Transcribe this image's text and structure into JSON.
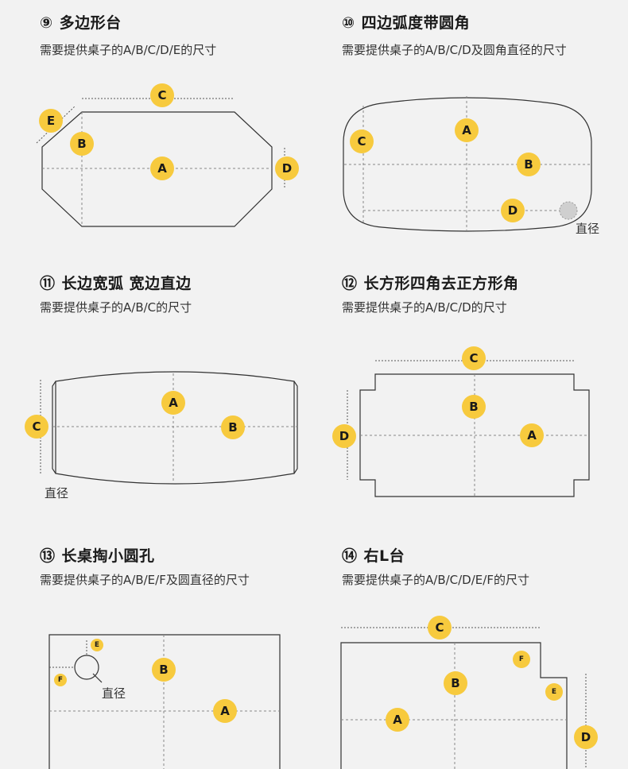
{
  "sections": [
    {
      "num": "⑨",
      "title": "多边形台",
      "desc": "需要提供桌子的A/B/C/D/E的尺寸"
    },
    {
      "num": "⑩",
      "title": "四边弧度带圆角",
      "desc": "需要提供桌子的A/B/C/D及圆角直径的尺寸",
      "note": "直径"
    },
    {
      "num": "⑪",
      "title": "长边宽弧 宽边直边",
      "desc": "需要提供桌子的A/B/C的尺寸",
      "note": "直径"
    },
    {
      "num": "⑫",
      "title": "长方形四角去正方形角",
      "desc": "需要提供桌子的A/B/C/D的尺寸"
    },
    {
      "num": "⑬",
      "title": "长桌掏小圆孔",
      "desc": "需要提供桌子的A/B/E/F及圆直径的尺寸",
      "note": "直径"
    },
    {
      "num": "⑭",
      "title": "右L台",
      "desc": "需要提供桌子的A/B/C/D/E/F的尺寸"
    }
  ],
  "labels": {
    "A": "A",
    "B": "B",
    "C": "C",
    "D": "D",
    "E": "E",
    "F": "F"
  },
  "colors": {
    "badge": "#f7ca3e",
    "background": "#f2f2f2"
  }
}
